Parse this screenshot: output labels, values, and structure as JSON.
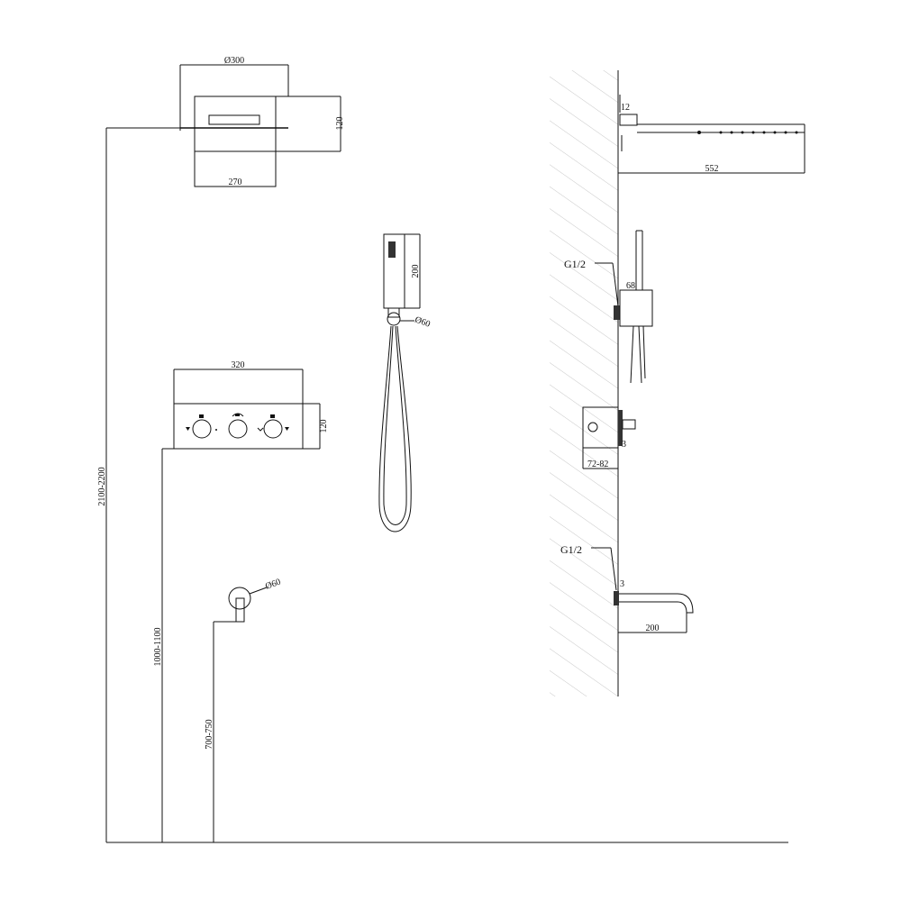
{
  "shower_head": {
    "diameter_label": "Ø300",
    "width_label": "270",
    "height_label": "120"
  },
  "hand_shower": {
    "length_label": "200",
    "holder_label": "Ø60"
  },
  "thermostat_panel": {
    "width_label": "320",
    "height_label": "120"
  },
  "spout_front": {
    "diameter_label": "Ø60"
  },
  "heights": {
    "shower_head": "2100-2200",
    "thermostat": "1000-1100",
    "spout": "700-750"
  },
  "side_view": {
    "head_thickness_label": "12",
    "arm_length_label": "552",
    "holder_thread_label": "G1/2",
    "holder_depth_label": "68",
    "valve_protrusion_label": "3",
    "valve_depth_label": "72-82",
    "spout_thread_label": "G1/2",
    "spout_protrusion_label": "3",
    "spout_length_label": "200"
  }
}
